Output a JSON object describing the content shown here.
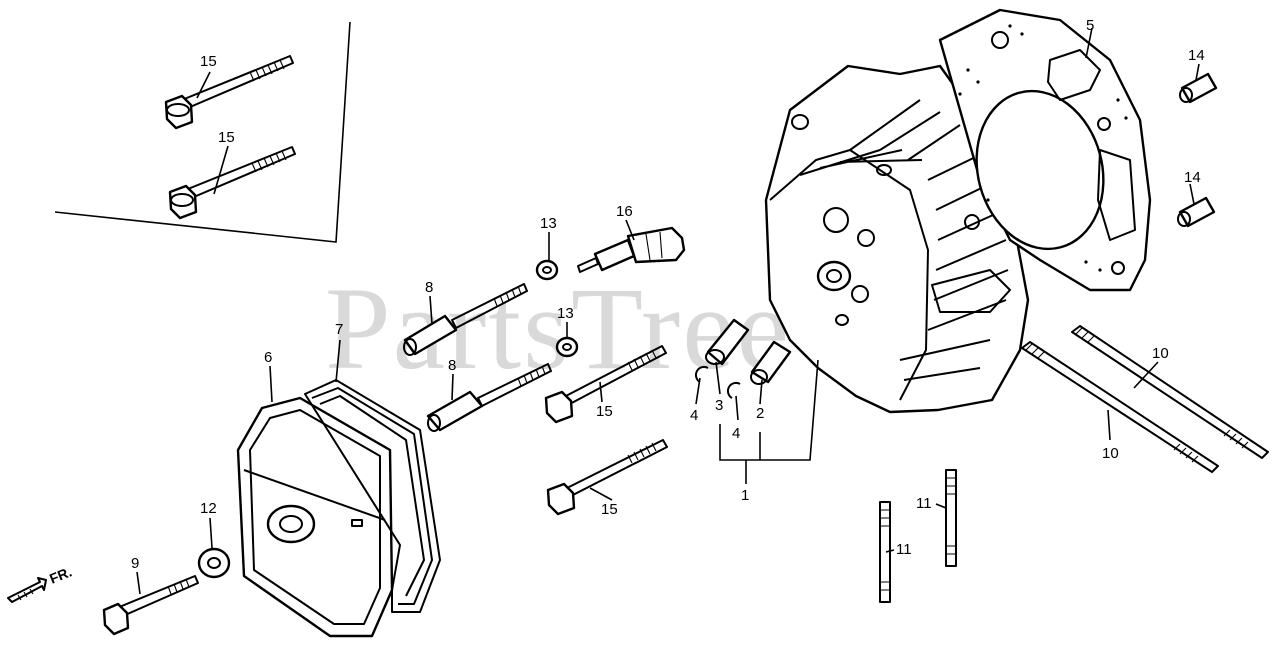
{
  "watermark": "PartsTree",
  "direction_label": "FR.",
  "callouts": [
    {
      "id": "c15a",
      "text": "15"
    },
    {
      "id": "c15b",
      "text": "15"
    },
    {
      "id": "c13a",
      "text": "13"
    },
    {
      "id": "c16",
      "text": "16"
    },
    {
      "id": "c8a",
      "text": "8"
    },
    {
      "id": "c7",
      "text": "7"
    },
    {
      "id": "c6",
      "text": "6"
    },
    {
      "id": "c13b",
      "text": "13"
    },
    {
      "id": "c8b",
      "text": "8"
    },
    {
      "id": "c15c",
      "text": "15"
    },
    {
      "id": "c4a",
      "text": "4"
    },
    {
      "id": "c3",
      "text": "3"
    },
    {
      "id": "c4b",
      "text": "4"
    },
    {
      "id": "c2",
      "text": "2"
    },
    {
      "id": "c15d",
      "text": "15"
    },
    {
      "id": "c1",
      "text": "1"
    },
    {
      "id": "c12",
      "text": "12"
    },
    {
      "id": "c9",
      "text": "9"
    },
    {
      "id": "c5",
      "text": "5"
    },
    {
      "id": "c14a",
      "text": "14"
    },
    {
      "id": "c14b",
      "text": "14"
    },
    {
      "id": "c10a",
      "text": "10"
    },
    {
      "id": "c10b",
      "text": "10"
    },
    {
      "id": "c11a",
      "text": "11"
    },
    {
      "id": "c11b",
      "text": "11"
    }
  ]
}
